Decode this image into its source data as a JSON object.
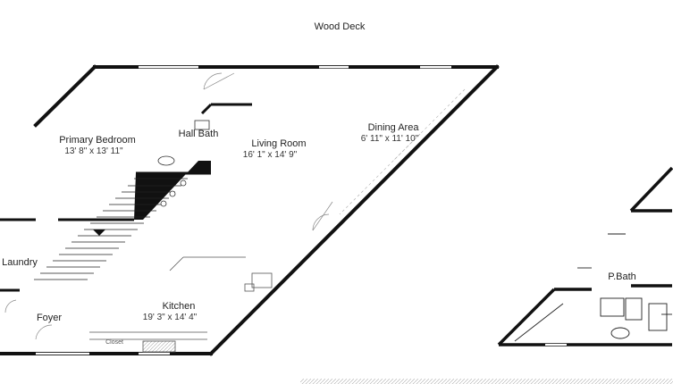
{
  "plan": {
    "outdoor_label": "Wood Deck",
    "rooms": [
      {
        "id": "primary-bedroom",
        "name": "Primary Bedroom",
        "dims": "13' 8\" x 13' 11\""
      },
      {
        "id": "living-room",
        "name": "Living Room",
        "dims": "16' 1\" x 14' 9\""
      },
      {
        "id": "dining-area",
        "name": "Dining Area",
        "dims": "6' 11\" x 11' 10\""
      },
      {
        "id": "kitchen",
        "name": "Kitchen",
        "dims": "19' 3\" x 14' 4\""
      },
      {
        "id": "laundry",
        "name": "Laundry",
        "dims": ""
      },
      {
        "id": "foyer",
        "name": "Foyer",
        "dims": ""
      },
      {
        "id": "hall-bath",
        "name": "Hall Bath",
        "dims": ""
      },
      {
        "id": "p-bath",
        "name": "P.Bath",
        "dims": ""
      }
    ],
    "fixtures": {
      "closet_label": "Closet"
    }
  }
}
